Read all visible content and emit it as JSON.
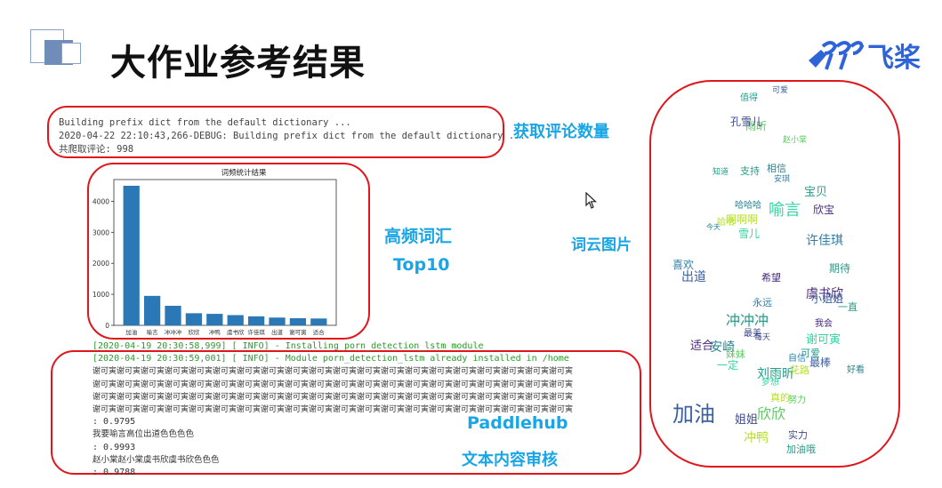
{
  "slide": {
    "title": "大作业参考结果",
    "brand_name": "飞桨"
  },
  "terminal_top": {
    "lines": [
      "Building prefix dict from the default dictionary ...",
      "2020-04-22 22:10:43,266-DEBUG: Building prefix dict from the default dictionary ...",
      "共爬取评论:  998"
    ]
  },
  "labels": {
    "comments": "获取评论数量",
    "top_words_1": "高频词汇",
    "top_words_2": "Top10",
    "wordcloud": "词云图片",
    "paddlehub": "Paddlehub",
    "audit": "文本内容审核"
  },
  "chart_data": {
    "type": "bar",
    "title": "词频统计结果",
    "categories": [
      "加油",
      "喻言",
      "冲冲冲",
      "欣欣",
      "冲鸭",
      "虞书欣",
      "许佳琪",
      "出道",
      "谢可寅",
      "适合"
    ],
    "values": [
      4500,
      950,
      630,
      390,
      370,
      330,
      290,
      250,
      230,
      220
    ],
    "ylim": [
      0,
      4700
    ],
    "yticks": [
      0,
      1000,
      2000,
      3000,
      4000
    ],
    "color": "#2b78b6"
  },
  "terminal_bottom": {
    "log1": "[2020-04-19 20:30:58,999] [    INFO] - Installing porn_detection_lstm module",
    "log2": "[2020-04-19 20:30:59,001] [    INFO] - Module porn_detection_lstm already installed in /home",
    "spam_lines": [
      "谢可寅谢可寅谢可寅谢可寅谢可寅谢可寅谢可寅谢可寅谢可寅谢可寅谢可寅谢可寅谢可寅谢可寅谢可寅谢可寅谢可寅谢可寅谢可寅谢可寅",
      "谢可寅谢可寅谢可寅谢可寅谢可寅谢可寅谢可寅谢可寅谢可寅谢可寅谢可寅谢可寅谢可寅谢可寅谢可寅谢可寅谢可寅谢可寅谢可寅谢可寅",
      "谢可寅谢可寅谢可寅谢可寅谢可寅谢可寅谢可寅谢可寅谢可寅谢可寅谢可寅谢可寅谢可寅谢可寅谢可寅谢可寅谢可寅谢可寅谢可寅谢可寅",
      "谢可寅谢可寅谢可寅谢可寅谢可寅谢可寅谢可寅谢可寅谢可寅谢可寅谢可寅谢可寅谢可寅谢可寅谢可寅谢可寅谢可寅谢可寅谢可寅谢可寅"
    ],
    "score1": ": 0.9795",
    "text2": "我要喻言高位出道色色色色",
    "score2": ": 0.9993",
    "text3": "赵小棠赵小棠虞书欣虞书欣色色色",
    "score3": ": 0.9788"
  },
  "wordcloud": {
    "words": [
      "喻言",
      "冲冲冲",
      "加油",
      "虞书欣",
      "许佳琪",
      "欣欣",
      "冲鸭",
      "姐姐",
      "刘雨昕",
      "安崎",
      "谢可寅",
      "宝贝",
      "出道",
      "适合",
      "喜欢",
      "雨昕",
      "啊啊啊",
      "孔雪儿",
      "支持",
      "相信",
      "一定",
      "期待",
      "小姐姐",
      "希望",
      "永远",
      "妹妹",
      "真的",
      "实力",
      "加油哦",
      "哈哈哈",
      "雪儿",
      "可爱",
      "最棒",
      "我会",
      "自信",
      "努力",
      "花路",
      "最美",
      "知道",
      "今天",
      "梦想",
      "值得",
      "可爱",
      "欣宝",
      "安琪",
      "赵小棠",
      "哈哈",
      "每天",
      "一直",
      "好看"
    ],
    "palette": [
      "#30d5a0",
      "#2a9a8a",
      "#3b5fa0",
      "#472a7a",
      "#2e7fa8",
      "#5ec962",
      "#b5de2b",
      "#3f4a8a",
      "#1f9e89",
      "#26828e"
    ]
  }
}
